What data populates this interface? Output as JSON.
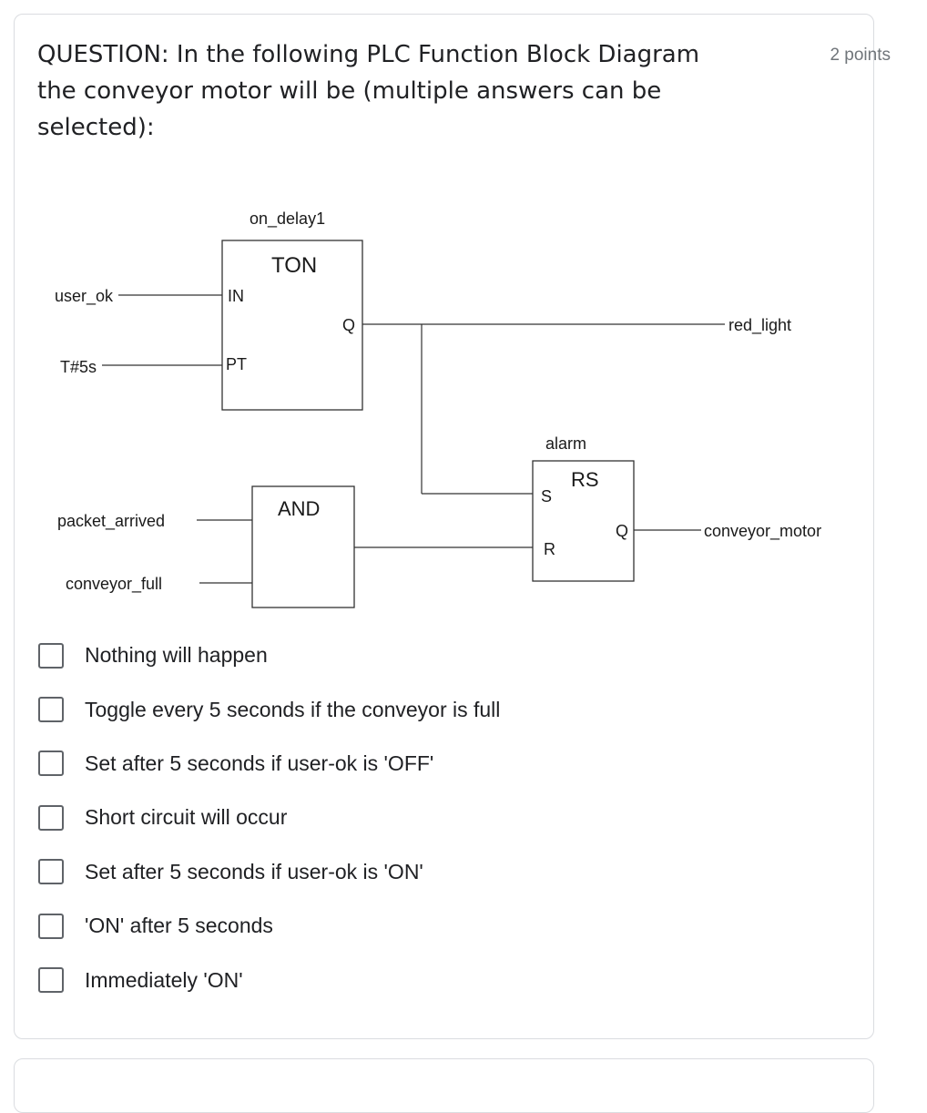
{
  "question": {
    "text": "QUESTION: In the following PLC Function Block Diagram the conveyor motor will be (multiple answers can be selected):",
    "points": "2 points"
  },
  "diagram": {
    "ton_instance": "on_delay1",
    "ton_type": "TON",
    "ton_in": "IN",
    "ton_pt": "PT",
    "ton_q": "Q",
    "input_user_ok": "user_ok",
    "input_time": "T#5s",
    "output_red_light": "red_light",
    "and_type": "AND",
    "input_packet_arrived": "packet_arrived",
    "input_conveyor_full": "conveyor_full",
    "rs_instance": "alarm",
    "rs_type": "RS",
    "rs_s": "S",
    "rs_r": "R",
    "rs_q": "Q",
    "output_conveyor_motor": "conveyor_motor"
  },
  "options": [
    {
      "label": "Nothing will happen",
      "checked": false
    },
    {
      "label": "Toggle every 5 seconds if the conveyor is full",
      "checked": false
    },
    {
      "label": "Set after 5 seconds if user-ok is 'OFF'",
      "checked": false
    },
    {
      "label": "Short circuit will occur",
      "checked": false
    },
    {
      "label": "Set after 5 seconds if user-ok is 'ON'",
      "checked": false
    },
    {
      "label": "'ON' after 5 seconds",
      "checked": false
    },
    {
      "label": "Immediately 'ON'",
      "checked": false
    }
  ]
}
